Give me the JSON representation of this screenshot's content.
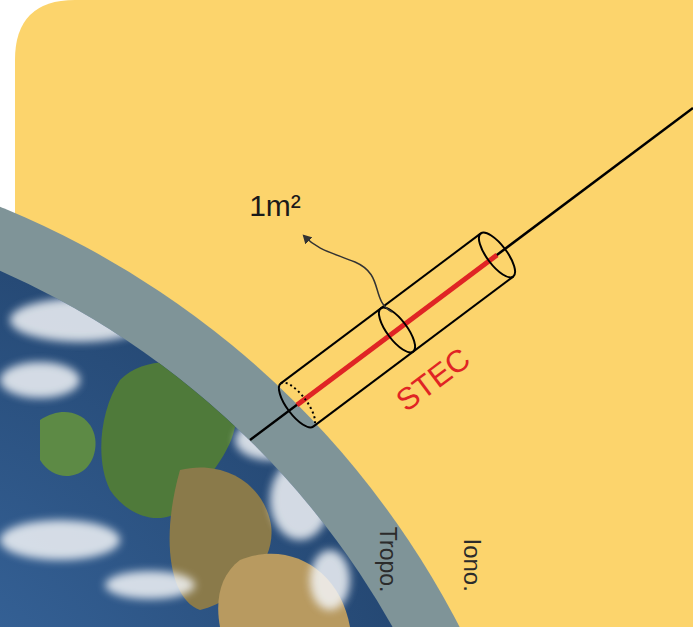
{
  "diagram": {
    "labels": [
      "1m²",
      "STEC",
      "Tropo.",
      "Iono."
    ]
  }
}
